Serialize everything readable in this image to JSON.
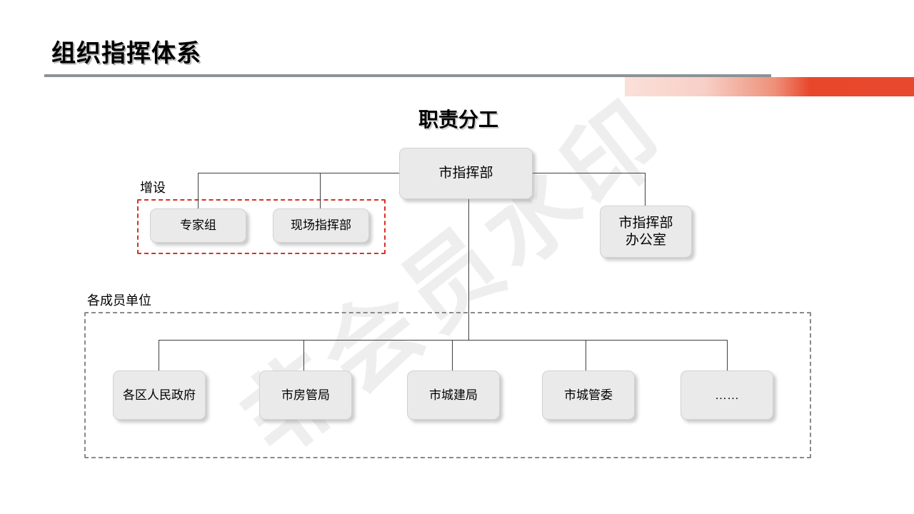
{
  "header": {
    "title": "组织指挥体系",
    "accent_color": "#e8472c",
    "rule_color": "#8c9296"
  },
  "watermark": {
    "text": "非会员水印",
    "color": "#eeeeee"
  },
  "chart": {
    "subtitle": "职责分工",
    "root": {
      "label": "市指挥部"
    },
    "office": {
      "label": "市指挥部\n办公室",
      "line1": "市指挥部",
      "line2": "办公室"
    },
    "added_group": {
      "label": "增设",
      "border_color": "#d93025",
      "nodes": [
        {
          "label": "专家组"
        },
        {
          "label": "现场指挥部"
        }
      ]
    },
    "member_group": {
      "label": "各成员单位",
      "border_color": "#8a8a8a",
      "nodes": [
        {
          "label": "各区人民政府"
        },
        {
          "label": "市房管局"
        },
        {
          "label": "市城建局"
        },
        {
          "label": "市城管委"
        },
        {
          "label": "……"
        }
      ]
    }
  }
}
